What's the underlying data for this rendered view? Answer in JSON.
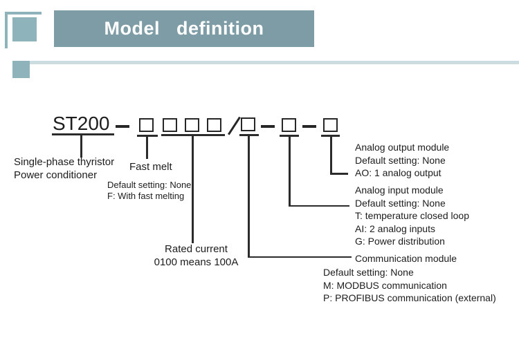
{
  "header": {
    "title": "Model   definition"
  },
  "diagram": {
    "model_code": "ST200",
    "left_label": {
      "lines": [
        "Single-phase thyristor",
        "Power conditioner"
      ]
    },
    "fast_melt": {
      "title": "Fast melt",
      "details": [
        "Default setting: None",
        "F: With fast melting"
      ]
    },
    "rated_current": {
      "lines": [
        "Rated current",
        "0100 means 100A"
      ]
    },
    "analog_output": {
      "lines": [
        "Analog output module",
        "Default setting: None",
        "AO: 1 analog output"
      ]
    },
    "analog_input": {
      "lines": [
        "Analog input module",
        "Default setting: None",
        "T: temperature closed loop",
        "AI: 2 analog inputs",
        "G: Power distribution"
      ]
    },
    "communication": {
      "title": "Communication module",
      "details": [
        "Default setting: None",
        "M: MODBUS communication",
        "P: PROFIBUS communication (external)"
      ]
    }
  },
  "colors": {
    "accent": "#8fb3ba",
    "banner": "#7e9ca5",
    "divider": "#ccdde2",
    "stroke": "#2b2b2b",
    "text": "#1c1c1c"
  }
}
